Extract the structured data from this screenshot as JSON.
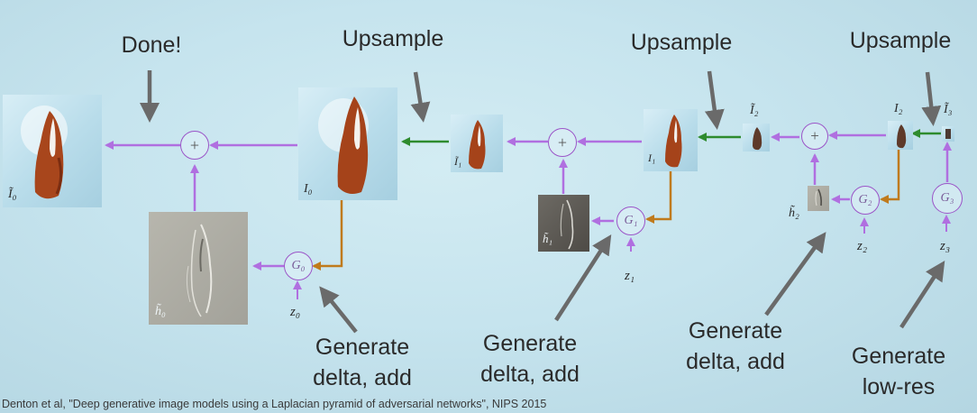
{
  "labels": {
    "done": "Done!",
    "upsample_1": "Upsample",
    "upsample_2": "Upsample",
    "upsample_3": "Upsample",
    "generate_1": "Generate\ndelta, add",
    "generate_2": "Generate\ndelta, add",
    "generate_3": "Generate\ndelta, add",
    "generate_low": "Generate\nlow-res",
    "citation": "Denton et al, \"Deep generative image models using a Laplacian pyramid of adversarial networks\", NIPS 2015"
  },
  "symbols": {
    "I0_tilde": "Ĩ₀",
    "I0": "I₀",
    "I1_tilde": "Ĩ₁",
    "I1": "I₁",
    "I2_tilde": "Ĩ₂",
    "I2": "I₂",
    "I3_tilde": "Ĩ₃",
    "h0": "h̃₀",
    "h1": "h̃₁",
    "h2": "h̃₂",
    "G0": "G₀",
    "G1": "G₁",
    "G2": "G₂",
    "G3": "G₃",
    "z0": "z₀",
    "z1": "z₁",
    "z2": "z₂",
    "z3": "z₃",
    "plus": "+"
  },
  "colors": {
    "purple_arrow": "#b06fe0",
    "green_arrow": "#2e8b2e",
    "orange_arrow": "#c07a1c",
    "gray_pointer": "#6a6a6a"
  }
}
